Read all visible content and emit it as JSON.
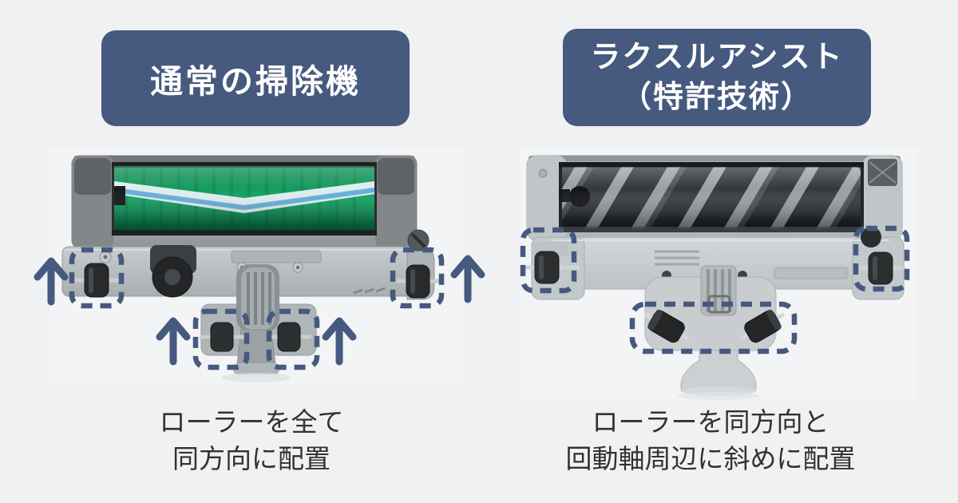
{
  "page": {
    "background_color": "#eff1f2"
  },
  "colors": {
    "accent_navy_badge": "#46597e",
    "annotation_navy": "#46597f",
    "badge_text": "#ffffff",
    "caption_text": "#323232",
    "brush_green": "#12945a",
    "brush_stripe_white": "#e8f1f4",
    "brush_stripe_blue": "#66aeda",
    "brush_dark": "#2f3336",
    "body_gray": "#a7acaf",
    "body_gray_light": "#c6cbcd"
  },
  "left_panel": {
    "badge": "通常の掃除機",
    "caption": [
      "ローラーを全て",
      "同方向に配置"
    ],
    "annotations": {
      "highlight_boxes": 4,
      "up_arrows": 4
    }
  },
  "right_panel": {
    "badge": [
      "ラクスルアシスト",
      "（特許技術）"
    ],
    "caption": [
      "ローラーを同方向と",
      "回動軸周辺に斜めに配置"
    ],
    "annotations": {
      "highlight_boxes": 3,
      "up_arrows": 0
    }
  }
}
